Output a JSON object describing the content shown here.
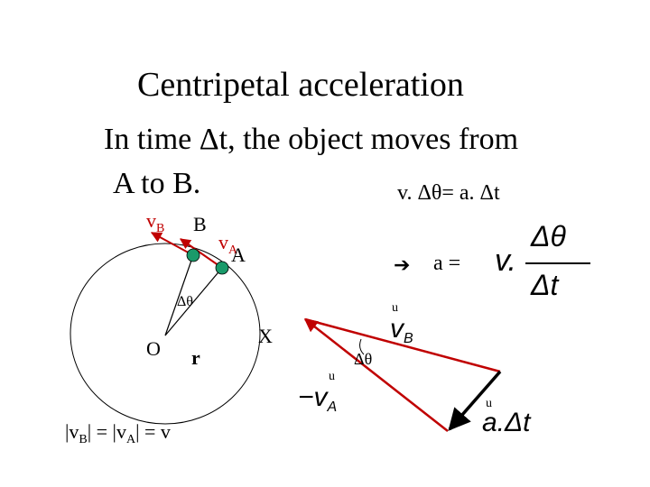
{
  "title": "Centripetal acceleration",
  "text": {
    "line1": "In time Δt, the object moves from",
    "line2": "A to B.",
    "relation": "v. Δθ= a. Δt"
  },
  "circle_labels": {
    "vB_v": "v",
    "vB_sub": "B",
    "B": "B",
    "vA_v": "v",
    "vA_sub": "A",
    "A": "A",
    "dtheta": "Δθ",
    "O": "O",
    "r": "r",
    "X": "X"
  },
  "formula": {
    "a_eq": "a =",
    "v": "v.",
    "numerator": "Δθ",
    "denominator": "Δt"
  },
  "triangle_labels": {
    "vB_v": "v",
    "vB_sub": "B",
    "minus_vA": "−v",
    "minus_vA_sub": "A",
    "dtheta": "Δθ",
    "aDt": "a.Δt",
    "vector_mark": "u"
  },
  "bottom": {
    "magnitude": "|v",
    "sub_B": "B",
    "mid": "| = |v",
    "sub_A": "A",
    "end": "| = v"
  },
  "colors": {
    "vector_red": "#c00000",
    "point_green": "#1a9a6a",
    "line": "#000000"
  }
}
